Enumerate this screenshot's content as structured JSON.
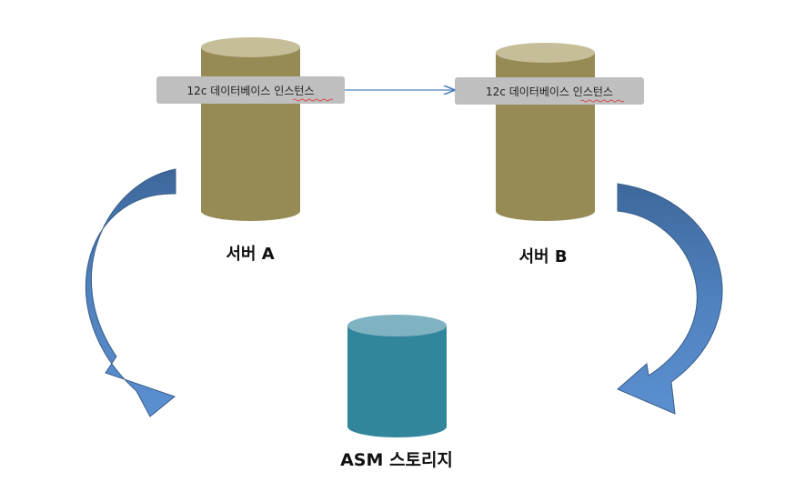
{
  "diagram": {
    "server_a": {
      "label": "서버 A",
      "instance_label": "12c 데이터베이스 인스턴스",
      "color_body": "#968A55",
      "color_top": "#C6BE98"
    },
    "server_b": {
      "label": "서버 B",
      "instance_label": "12c 데이터베이스 인스턴스",
      "color_body": "#968A55",
      "color_top": "#C6BE98"
    },
    "storage": {
      "label": "ASM 스토리지",
      "color_body": "#31869B",
      "color_top": "#7FB3C2"
    },
    "connector_color": "#4F81BD",
    "curved_arrow_color": "#4A7EBB",
    "instance_box_color": "#BFBFBF"
  }
}
